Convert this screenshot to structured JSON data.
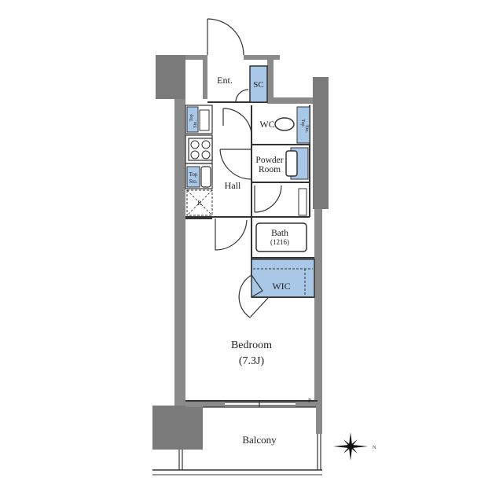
{
  "floor_plan": {
    "rooms": {
      "entrance": "Ent.",
      "shoe_closet": "SC",
      "wc": "WC",
      "powder_room_line1": "Powder",
      "powder_room_line2": "Room",
      "hall": "Hall",
      "bath": "Bath",
      "bath_size": "(1216)",
      "wic": "WIC",
      "bedroom": "Bedroom",
      "bedroom_size": "(7.3J)",
      "balcony": "Balcony"
    },
    "storage": {
      "top_shelf_kitchen_line1": "Top",
      "top_shelf_kitchen_line2": "Sto.",
      "top_shelf_upper_line1": "Top",
      "top_shelf_upper_line2": "Sto.",
      "top_shelf_wc_line1": "Top",
      "top_shelf_wc_line2": "Sto."
    },
    "fixtures": {
      "refrigerator_mark": "R",
      "pipe_shaft_mark": "P"
    },
    "compass": {
      "north_mark": "N"
    },
    "colors": {
      "wall": "#8a8a8a",
      "wall_dark": "#6e6e6e",
      "storage_fill": "#a9c7e6",
      "line": "#333333"
    }
  }
}
